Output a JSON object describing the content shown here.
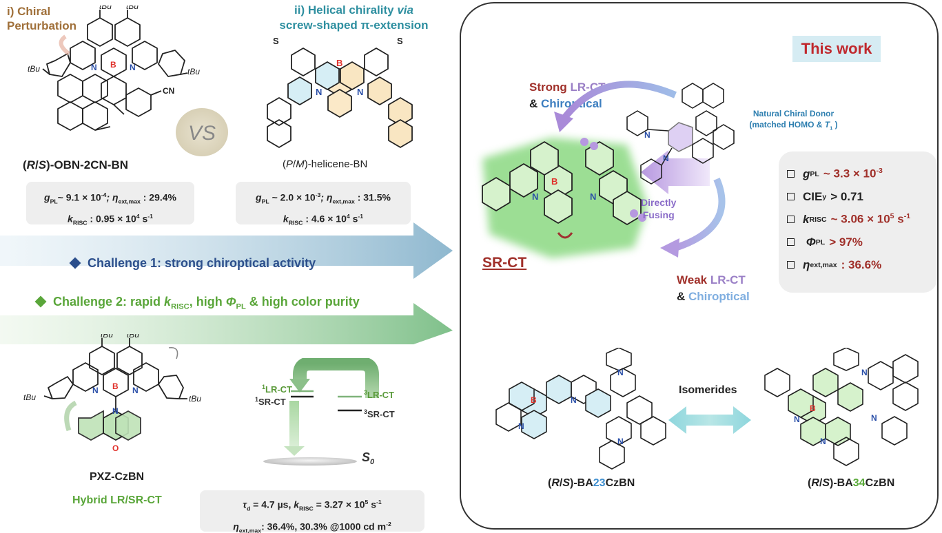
{
  "top_left": {
    "label_i_line1": "i) Chiral",
    "label_i_line2": "Perturbation",
    "label_ii_line1_a": "ii) Helical chirality ",
    "label_ii_line1_b": "via",
    "label_ii_line2": "screw-shaped π-extension",
    "vs": "VS",
    "mol1": {
      "name_prefix": "(",
      "name_R": "R",
      "name_slash": "/",
      "name_S": "S",
      "name_suffix": ")-OBN-2CN-BN",
      "atoms": {
        "tBu": "tBu",
        "B": "B",
        "N": "N",
        "CN": "CN"
      },
      "props_line1": "g",
      "props_sub1": "PL",
      "props_val1": "~ 9.1 × 10",
      "props_exp1": "-4",
      "props_eta": "; η",
      "props_eta_sub": "ext,max",
      "props_eta_val": ": 29.4%",
      "props_k": "k",
      "props_k_sub": "RISC",
      "props_k_val": ": 0.95 × 10",
      "props_k_exp": "4",
      "props_k_unit": " s",
      "props_k_unit_exp": "-1"
    },
    "mol2": {
      "name_prefix": "(",
      "name_P": "P",
      "name_slash": "/",
      "name_M": "M",
      "name_suffix": ")-helicene-BN",
      "atoms": {
        "S": "S",
        "B": "B",
        "N": "N"
      },
      "props_line1": "g",
      "props_sub1": "PL",
      "props_val1": " ~ 2.0 × 10",
      "props_exp1": "-3",
      "props_eta": "; η",
      "props_eta_sub": "ext,max",
      "props_eta_val": ": 31.5%",
      "props_k": "k",
      "props_k_sub": "RISC",
      "props_k_val": ": 4.6 × 10",
      "props_k_exp": "4",
      "props_k_unit": " s",
      "props_k_unit_exp": "-1"
    }
  },
  "challenges": {
    "challenge1": "Challenge 1: strong chiroptical activity",
    "challenge2_a": "Challenge 2: rapid ",
    "challenge2_k": "k",
    "challenge2_k_sub": "RISC",
    "challenge2_b": ", high ",
    "challenge2_phi": "Φ",
    "challenge2_phi_sub": "PL",
    "challenge2_c": " & high color purity",
    "colors": {
      "challenge1": "#2c4f8c",
      "challenge2": "#5aa63a"
    }
  },
  "bottom_left": {
    "mol_name": "PXZ-CzBN",
    "caption": "Hybrid LR/SR-CT",
    "atoms": {
      "tBu": "tBu",
      "B": "B",
      "N": "N",
      "O": "O"
    },
    "energy_levels": {
      "lr_ct_singlet": "LR-CT",
      "sr_ct_singlet": "SR-CT",
      "lr_ct_triplet": "LR-CT",
      "sr_ct_triplet": "SR-CT",
      "singlet_sup": "1",
      "triplet_sup": "3",
      "ground": "S",
      "ground_sub": "0"
    },
    "props_tau": "τ",
    "props_tau_sub": "d",
    "props_tau_val": " = 4.7 µs, ",
    "props_k": "k",
    "props_k_sub": "RISC",
    "props_k_val": " = 3.27 × 10",
    "props_k_exp": "5",
    "props_k_unit": " s",
    "props_k_unit_exp": "-1",
    "props_eta": "η",
    "props_eta_sub": "ext,max",
    "props_eta_val": ": 36.4%, 30.3% @1000 cd m",
    "props_eta_exp": "-2"
  },
  "this_work": {
    "badge": "This work",
    "strong_a": "Strong ",
    "strong_b": "LR-CT",
    "strong_c": "& ",
    "strong_d": "Chiroptical",
    "donor_line1": "Natural Chiral Donor",
    "donor_line2": "(matched HOMO & ",
    "donor_T": "T",
    "donor_T_sub": "1",
    "donor_line2_end": " )",
    "directly_fusing_1": "Directly",
    "directly_fusing_2": "Fusing",
    "sr_ct": "SR-CT",
    "weak_a": "Weak ",
    "weak_b": "LR-CT",
    "weak_c": "& ",
    "weak_d": "Chiroptical",
    "atoms": {
      "B": "B",
      "N": "N"
    },
    "properties": [
      {
        "sym": "g",
        "sub": "PL",
        "val": "~ 3.3 × 10",
        "exp": "-3",
        "tail": "",
        "tail_exp": ""
      },
      {
        "sym": "CIE",
        "sub": "y",
        "val": "> 0.71",
        "exp": "",
        "tail": "",
        "tail_exp": ""
      },
      {
        "sym": "k",
        "sub": "RISC",
        "val": "~ 3.06 × 10",
        "exp": "5",
        "tail": " s",
        "tail_exp": "-1"
      },
      {
        "sym": "Φ",
        "sub": "PL",
        "val": "> 97%",
        "exp": "",
        "tail": "",
        "tail_exp": ""
      },
      {
        "sym": "η",
        "sub": "ext,max",
        "val": ": 36.6%",
        "exp": "",
        "tail": "",
        "tail_exp": ""
      }
    ],
    "isomerides": "Isomerides",
    "mol_a_prefix": "(",
    "mol_a_R": "R",
    "mol_a_slash": "/",
    "mol_a_S": "S",
    "mol_a_mid": ")-BA",
    "mol_a_num": "23",
    "mol_a_end": "CzBN",
    "mol_b_prefix": "(",
    "mol_b_R": "R",
    "mol_b_slash": "/",
    "mol_b_S": "S",
    "mol_b_mid": ")-BA",
    "mol_b_num": "34",
    "mol_b_end": "CzBN",
    "colors": {
      "badge_bg": "#d6ecf3",
      "badge_text": "#c0282d",
      "value_red": "#a0302a",
      "num23": "#3e8fd0",
      "num34": "#5aaa3a"
    }
  }
}
